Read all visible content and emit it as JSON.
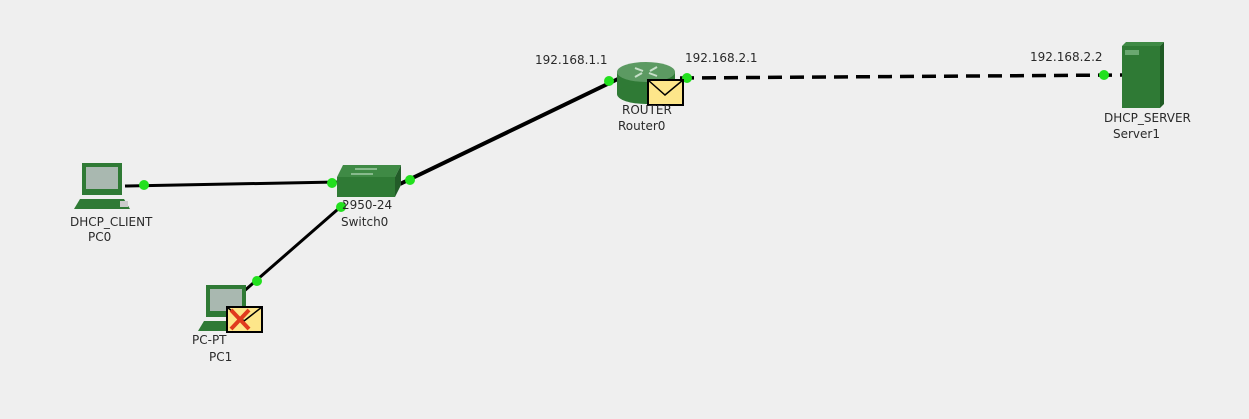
{
  "devices": [
    {
      "id": "pc0",
      "model": "DHCP_CLIENT",
      "name": "PC0",
      "icon": "pc-icon"
    },
    {
      "id": "pc1",
      "model": "PC-PT",
      "name": "PC1",
      "icon": "pc-icon",
      "pdu": "failed-pdu-envelope-icon"
    },
    {
      "id": "switch0",
      "model": "2950-24",
      "name": "Switch0",
      "icon": "switch-icon"
    },
    {
      "id": "router0",
      "model": "ROUTER",
      "name": "Router0",
      "icon": "router-icon",
      "pdu": "pdu-envelope-icon"
    },
    {
      "id": "server1",
      "model": "DHCP_SERVER",
      "name": "Server1",
      "icon": "server-icon"
    }
  ],
  "interface_labels": {
    "router_g0": "192.168.1.1",
    "router_g1": "192.168.2.1",
    "server_nic": "192.168.2.2"
  },
  "colors": {
    "background": "#efefef",
    "link": "#000000",
    "port_up": "#22e01e",
    "device": "#2f7a35",
    "envelope": "#fde68a",
    "fail": "#e03a1e"
  }
}
